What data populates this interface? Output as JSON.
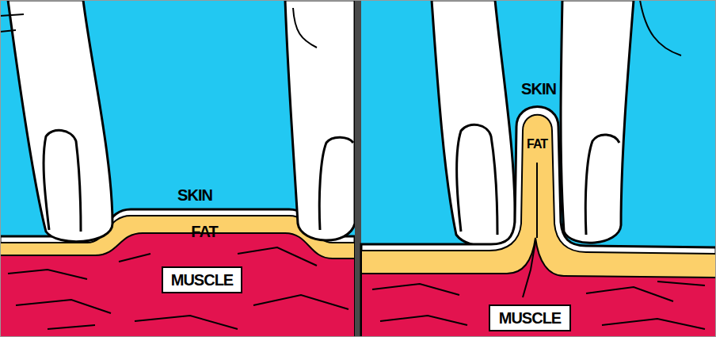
{
  "diagram": {
    "nodes": [
      {
        "text": [
          "MUSCLE"
        ]
      },
      {
        "text": [
          "MUSCLE"
        ]
      }
    ],
    "labels": [
      "SKIN",
      "FAT",
      "SKIN",
      "FAT"
    ]
  }
}
